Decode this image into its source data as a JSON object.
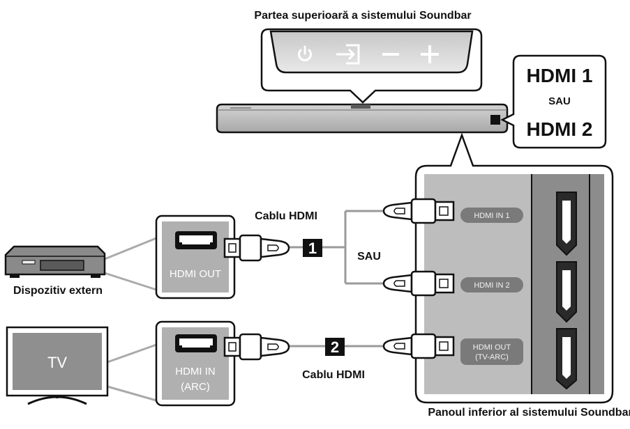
{
  "labels": {
    "top_title": "Partea superioară a sistemului Soundbar",
    "bottom_title": "Panoul inferior al sistemului Soundbar",
    "hdmi1": "HDMI 1",
    "sau_small": "SAU",
    "hdmi2": "HDMI 2",
    "cable_top": "Cablu HDMI",
    "cable_bottom": "Cablu HDMI",
    "sau_mid": "SAU",
    "external_device": "Dispozitiv extern",
    "tv_screen": "TV",
    "hdmi_out_device": "HDMI OUT",
    "hdmi_in_line1": "HDMI IN",
    "hdmi_in_line2": "(ARC)",
    "panel_in1": "HDMI IN 1",
    "panel_in2": "HDMI IN 2",
    "panel_out_line1": "HDMI OUT",
    "panel_out_line2": "(TV-ARC)",
    "step1": "1",
    "step2": "2"
  },
  "icons": {
    "power": "power-icon",
    "source": "source-input-icon",
    "minus": "volume-down-icon",
    "plus": "volume-up-icon"
  },
  "colors": {
    "panel_gray": "#b9b9b9",
    "dark_gray": "#7a7a7a",
    "outline": "#111111",
    "badge": "#111111"
  }
}
